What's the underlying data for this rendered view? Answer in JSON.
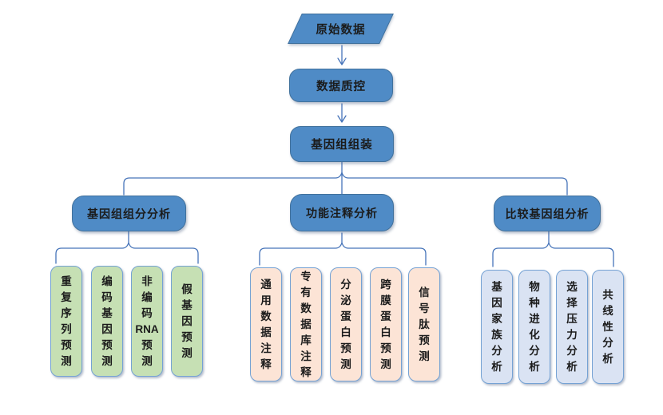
{
  "flow": {
    "nodes": {
      "raw": "原始数据",
      "qc": "数据质控",
      "assembly": "基因组组装"
    },
    "branches": [
      {
        "label": "基因组组分分析",
        "fill": "#c6e0b4",
        "items": [
          "重复序列预测",
          "编码基因预测",
          "非编码RNA预测",
          "假基因预测"
        ]
      },
      {
        "label": "功能注释分析",
        "fill": "#fce4d6",
        "items": [
          "通用数据注释",
          "专有数据库注释",
          "分泌蛋白预测",
          "跨膜蛋白预测",
          "信号肽预测"
        ]
      },
      {
        "label": "比较基因组分析",
        "fill": "#dae3f3",
        "items": [
          "基因家族分析",
          "物种进化分析",
          "选择压力分析",
          "共线性分析"
        ]
      }
    ],
    "colors": {
      "node_fill": "#4f8bc6",
      "node_border": "#41719c",
      "connector": "#4674b9",
      "green_fill": "#c6e0b4",
      "peach_fill": "#fce4d6",
      "lightblue_fill": "#dae3f3",
      "leaf_border": "#75a2d4"
    }
  }
}
